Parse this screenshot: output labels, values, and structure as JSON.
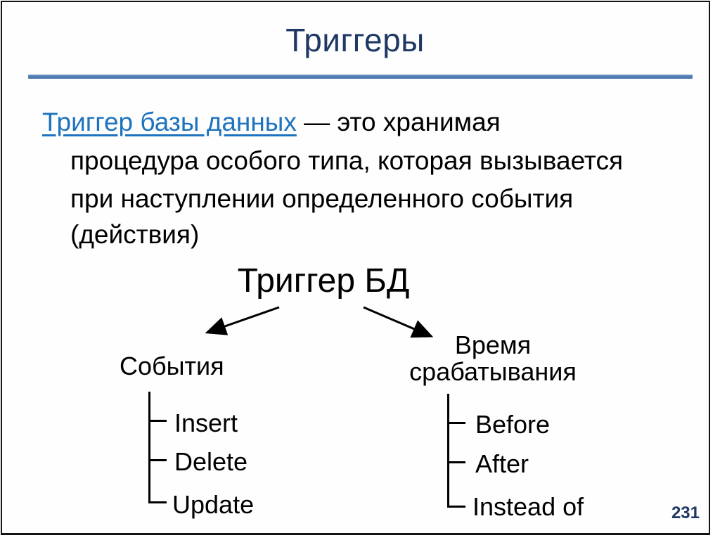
{
  "slide": {
    "title": "Триггеры",
    "page_number": "231"
  },
  "colors": {
    "title_navy": "#1F3864",
    "divider_blue": "#4A7EBB",
    "link_blue": "#1E73BE",
    "text_black": "#000000",
    "page_number_navy": "#1F3864"
  },
  "definition": {
    "link_text": "Триггер базы данных",
    "line1_rest": " — это хранимая",
    "line2": "процедура особого типа, которая вызывается",
    "line3": "при наступлении определенного события",
    "line4": "(действия)"
  },
  "diagram": {
    "root_label": "Триггер БД",
    "branches": [
      {
        "label": "События",
        "items": [
          "Insert",
          "Delete",
          "Update"
        ]
      },
      {
        "label": "Время срабатывания",
        "items": [
          "Before",
          "After",
          "Instead of"
        ]
      }
    ]
  }
}
